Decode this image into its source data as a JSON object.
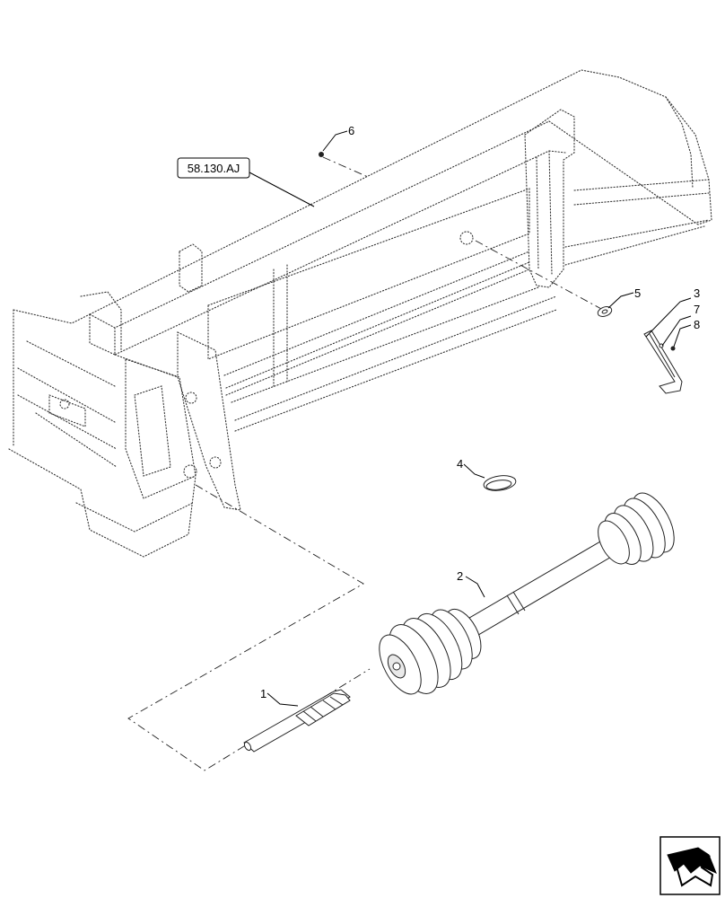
{
  "reference_label": "58.130.AJ",
  "callouts": [
    {
      "id": "c1",
      "label": "1"
    },
    {
      "id": "c2",
      "label": "2"
    },
    {
      "id": "c3",
      "label": "3"
    },
    {
      "id": "c4",
      "label": "4"
    },
    {
      "id": "c5",
      "label": "5"
    },
    {
      "id": "c6",
      "label": "6"
    },
    {
      "id": "c7",
      "label": "7"
    },
    {
      "id": "c8",
      "label": "8"
    }
  ],
  "nav_icon": "return-arrow-icon"
}
